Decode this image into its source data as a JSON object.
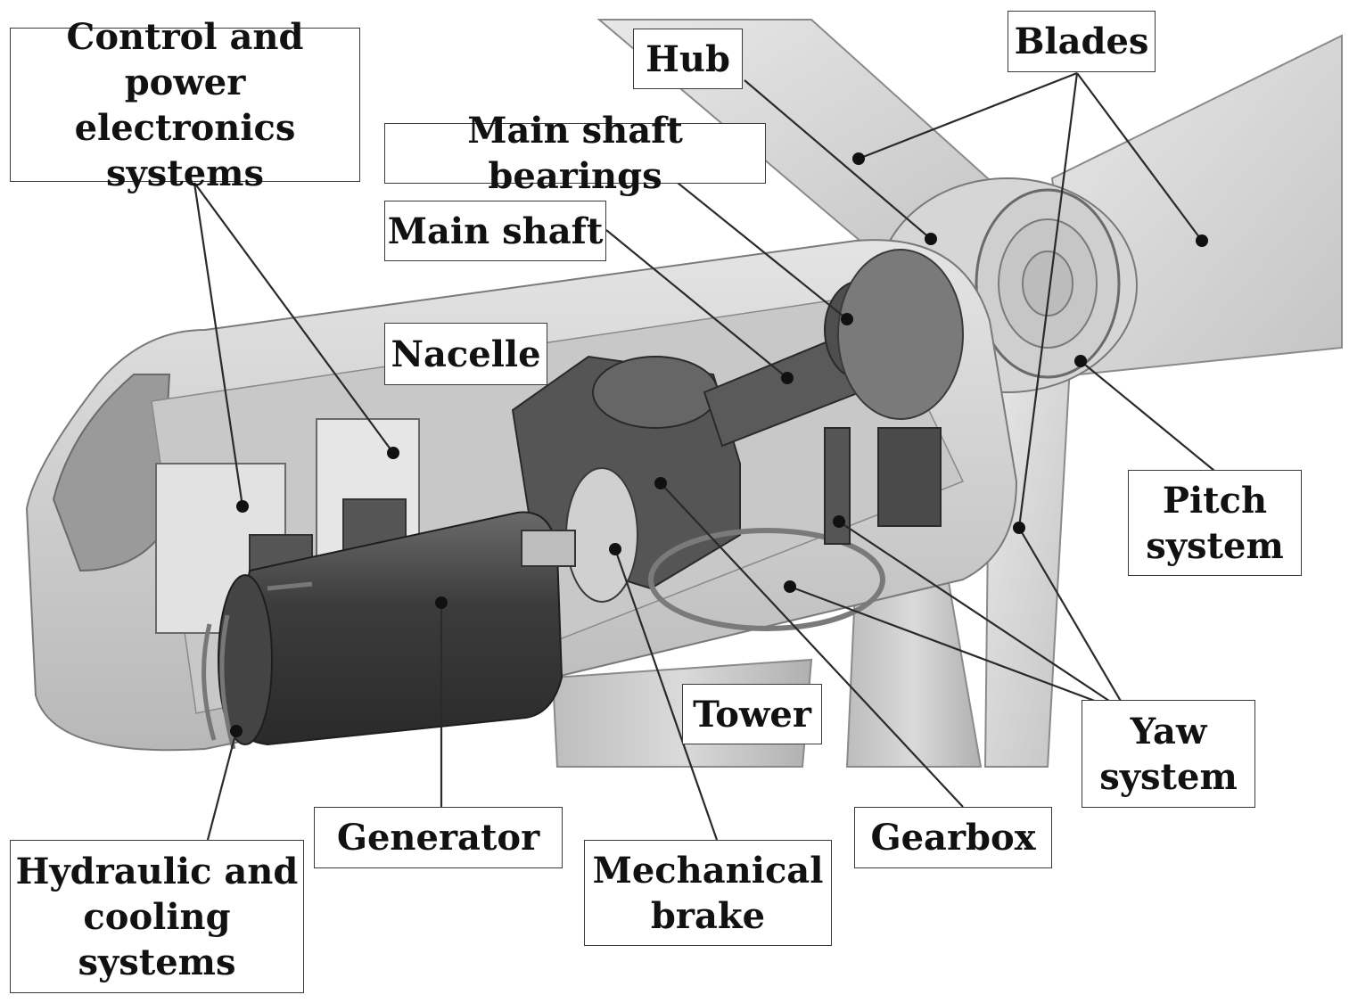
{
  "labels": {
    "control": "Control and\npower electronics\nsystems",
    "hub": "Hub",
    "blades": "Blades",
    "main_shaft_bearings": "Main shaft bearings",
    "main_shaft": "Main shaft",
    "nacelle": "Nacelle",
    "pitch": "Pitch\nsystem",
    "tower": "Tower",
    "yaw": "Yaw\nsystem",
    "generator": "Generator",
    "gearbox": "Gearbox",
    "mechanical_brake": "Mechanical\nbrake",
    "hydraulic": "Hydraulic and\ncooling\nsystems"
  },
  "colors": {
    "leader": "#2a2a2a",
    "blade_fill": "#dcdcdc",
    "nacelle_fill": "#d2d2d2",
    "component_dark": "#4a4a4a"
  }
}
